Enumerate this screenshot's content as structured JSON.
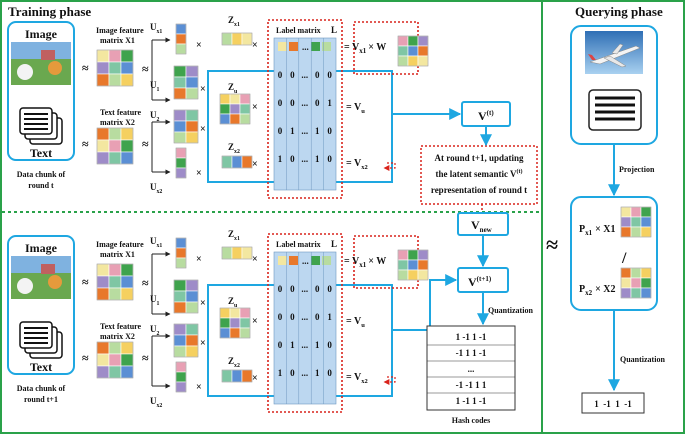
{
  "phases": {
    "training": "Training phase",
    "querying": "Querying phase"
  },
  "top_chunk": {
    "image_label": "Image",
    "text_label": "Text",
    "chunk_caption_line1": "Data chunk of",
    "chunk_caption_line2": "round t",
    "image_feature_line1": "Image feature",
    "image_feature_line2": "matrix X1",
    "text_feature_line1": "Text feature",
    "text_feature_line2": "matrix X2",
    "label_matrix_title": "Label matrix",
    "label_symbol": "L",
    "label_rows": [
      [
        "0",
        "0",
        "...",
        "0",
        "0"
      ],
      [
        "0",
        "0",
        "...",
        "0",
        "1"
      ],
      [
        "0",
        "1",
        "...",
        "1",
        "0"
      ],
      [
        "1",
        "0",
        "...",
        "1",
        "0"
      ]
    ],
    "eq_vx1_w": "= V",
    "eq_vx1_sub": "x1",
    "eq_w": "× W",
    "eq_vu": "= V",
    "eq_vu_sub": "u",
    "eq_vx2": "= V",
    "eq_vx2_sub": "x2",
    "vt_label": "V",
    "vt_sup": "(t)"
  },
  "note": {
    "line1": "At round t+1, updating",
    "line2": "the latent semantic V",
    "line2_sup": "(t)",
    "line3": "representation of round t"
  },
  "bottom_chunk": {
    "image_label": "Image",
    "text_label": "Text",
    "chunk_caption_line1": "Data chunk of",
    "chunk_caption_line2": "round t+1",
    "image_feature_line1": "Image feature",
    "image_feature_line2": "matrix X1",
    "text_feature_line1": "Text feature",
    "text_feature_line2": "matrix X2",
    "label_matrix_title": "Label matrix",
    "label_symbol": "L",
    "label_rows": [
      [
        "0",
        "0",
        "...",
        "0",
        "0"
      ],
      [
        "0",
        "0",
        "...",
        "0",
        "1"
      ],
      [
        "0",
        "1",
        "...",
        "1",
        "0"
      ],
      [
        "1",
        "0",
        "...",
        "1",
        "0"
      ]
    ],
    "vnew_label": "V",
    "vnew_sub": "new",
    "vt1_label": "V",
    "vt1_sup": "(t+1)",
    "quantization": "Quantization",
    "hash_rows": [
      "1  -1  1  -1",
      "-1  1  1  -1",
      "...",
      "-1  -1  1  1",
      "1  -1  1  -1"
    ],
    "hash_caption": "Hash codes"
  },
  "factors": {
    "ux1": "U",
    "ux1_sub": "x1",
    "u1": "U",
    "u1_sub": "1",
    "zx1": "Z",
    "zx1_sub": "x1",
    "zu": "Z",
    "zu_sub": "u",
    "u2": "U",
    "u2_sub": "2",
    "ux2": "U",
    "ux2_sub": "x2",
    "zx2": "Z",
    "zx2_sub": "x2",
    "times": "×",
    "approx": "≈"
  },
  "query": {
    "projection": "Projection",
    "px1": "P",
    "px1_sub": "x1",
    "x1": "× X1",
    "slash": "/",
    "px2": "P",
    "px2_sub": "x2",
    "x2": "× X2",
    "quantization": "Quantization",
    "code": "1  -1  1  -1",
    "big_approx": "≈"
  },
  "colors": {
    "cyan": "#1ea7e1",
    "red_dotted": "#d9231c",
    "green_dotted": "#2aa24a",
    "label_fill": "#bcd7f0",
    "orange": "#e8782b",
    "green": "#3fa34d",
    "yellow": "#f3e7a0",
    "blue": "#5b8fd4",
    "pink": "#e8a0b4",
    "light_green": "#b8dca0",
    "purple": "#9e8cc8"
  }
}
